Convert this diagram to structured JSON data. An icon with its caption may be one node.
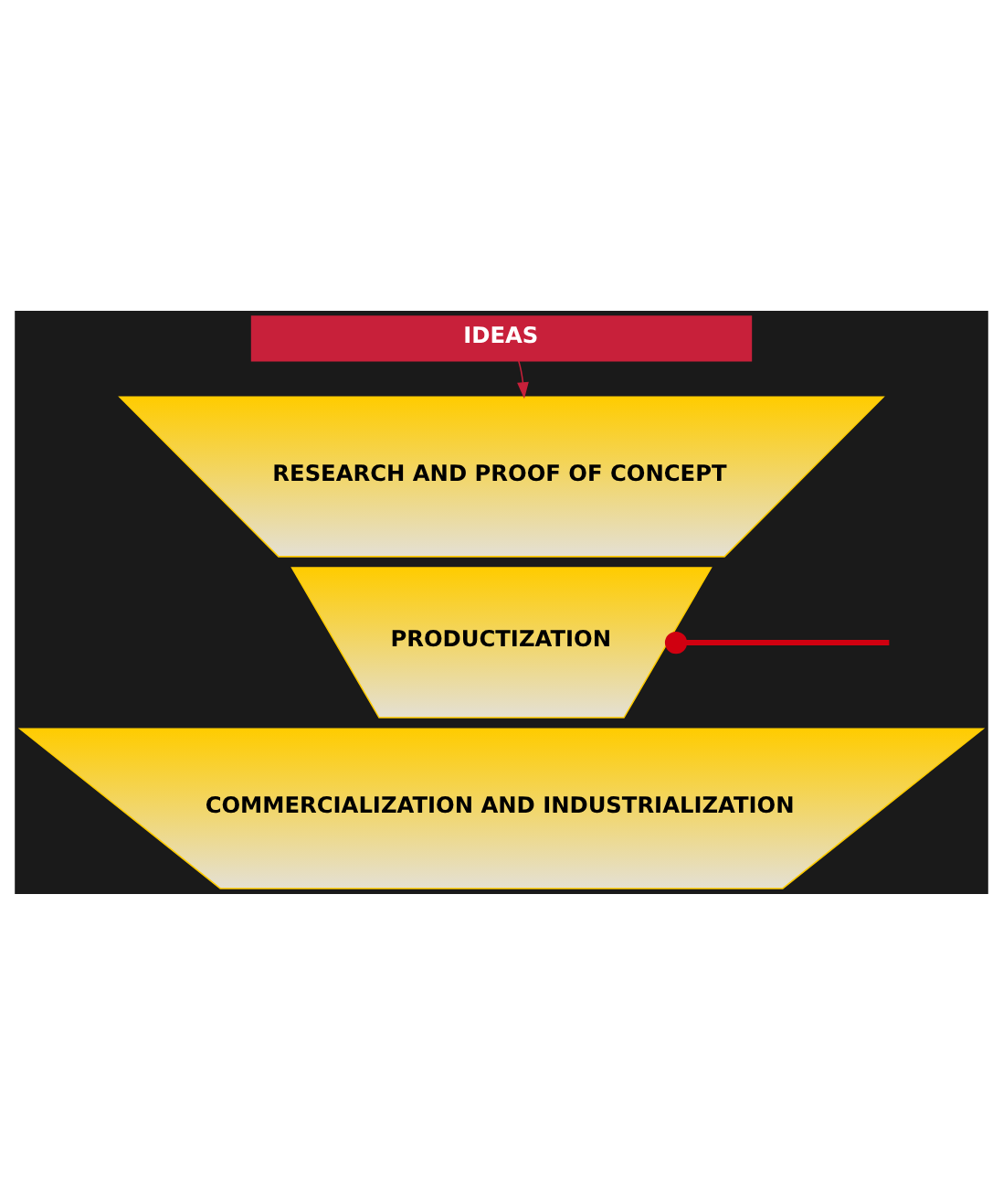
{
  "diagram": {
    "nodes": [
      {
        "text": [
          "IDEAS"
        ]
      },
      {
        "text": [
          "RESEARCH AND PROOF OF CONCEPT"
        ]
      },
      {
        "text": [
          "PRODUCTIZATION"
        ]
      },
      {
        "text": [
          "COMMERCIALIZATION AND INDUSTRIALIZATION"
        ]
      }
    ],
    "edges": [
      {
        "from": 0,
        "to": 1,
        "arrow": "to"
      },
      {
        "from": 2,
        "to": null,
        "arrow": "other",
        "style": "thick",
        "color": "#d00010"
      }
    ]
  }
}
